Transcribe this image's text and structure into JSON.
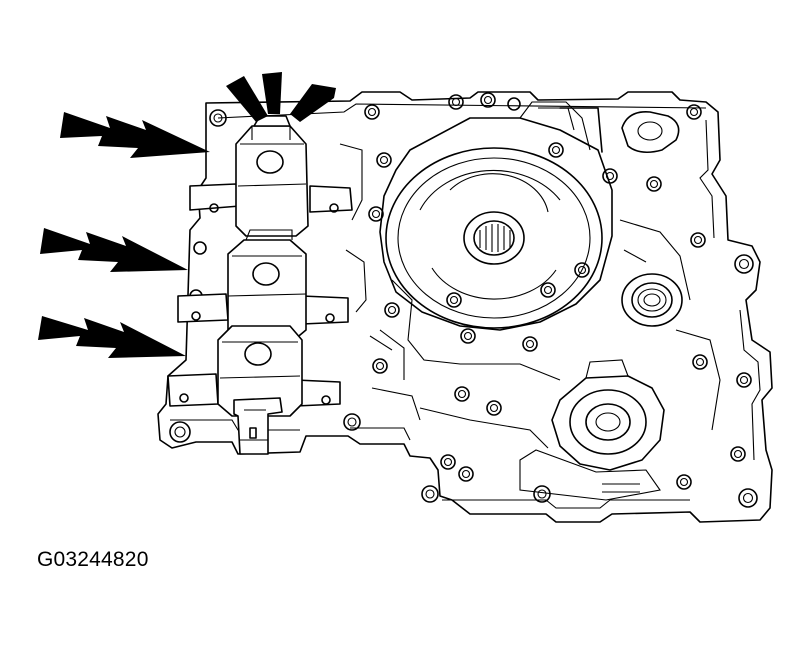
{
  "figure": {
    "id": "G03244820"
  },
  "colors": {
    "line": "#000000",
    "background": "#ffffff"
  },
  "icons": {
    "arrow": "solid-black-arrow",
    "highlight": "radiating-burst"
  }
}
